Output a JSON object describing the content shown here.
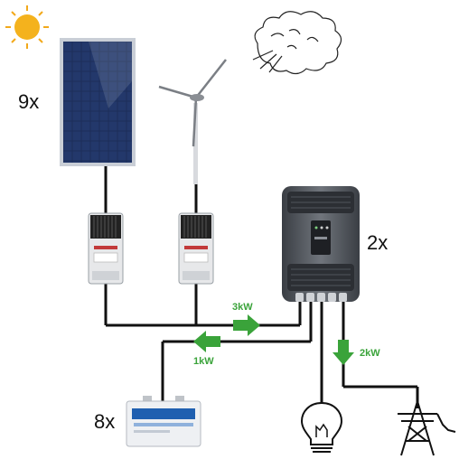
{
  "labels": {
    "solar_panel_count": "9x",
    "inverter_count": "2x",
    "battery_count": "8x"
  },
  "flows": {
    "controllers_to_inverter": "3kW",
    "inverter_to_battery": "1kW",
    "inverter_to_grid": "2kW"
  },
  "colors": {
    "wire": "#111111",
    "flow_arrow": "#3aa33a",
    "panel_blue": "#1d2f5c",
    "inverter_grey": "#5c6168"
  },
  "icons": [
    "sun-icon",
    "solar-panel-icon",
    "wind-turbine-icon",
    "wind-cloud-icon",
    "charge-controller-icon",
    "inverter-icon",
    "battery-icon",
    "light-bulb-icon",
    "power-pylon-icon"
  ]
}
